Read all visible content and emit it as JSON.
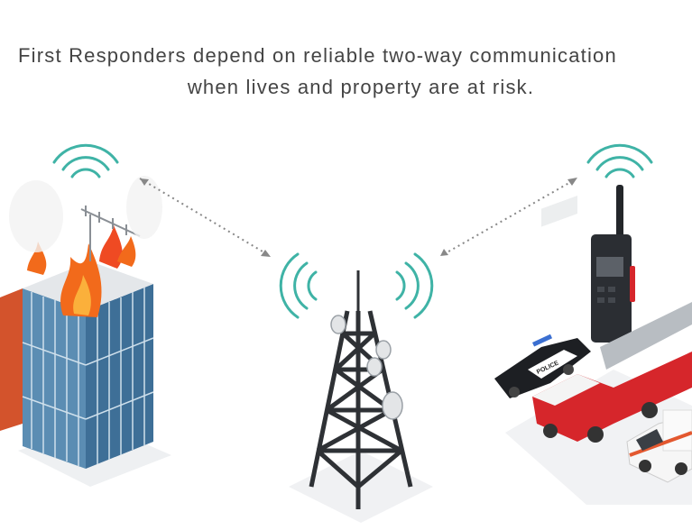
{
  "headline": {
    "line1": "First Responders depend on reliable two-way communication",
    "line2": "when lives and property are at risk."
  },
  "illustration": {
    "police_car_label": "POLICE",
    "elements": [
      "burning-building",
      "radio-tower",
      "two-way-radio",
      "police-car",
      "fire-truck",
      "ambulance"
    ],
    "colors": {
      "signal": "#3fb3a6",
      "fire": "#f26a1b",
      "glass": "#4a7fa3",
      "truck_red": "#d6262b",
      "text": "#444444"
    }
  }
}
